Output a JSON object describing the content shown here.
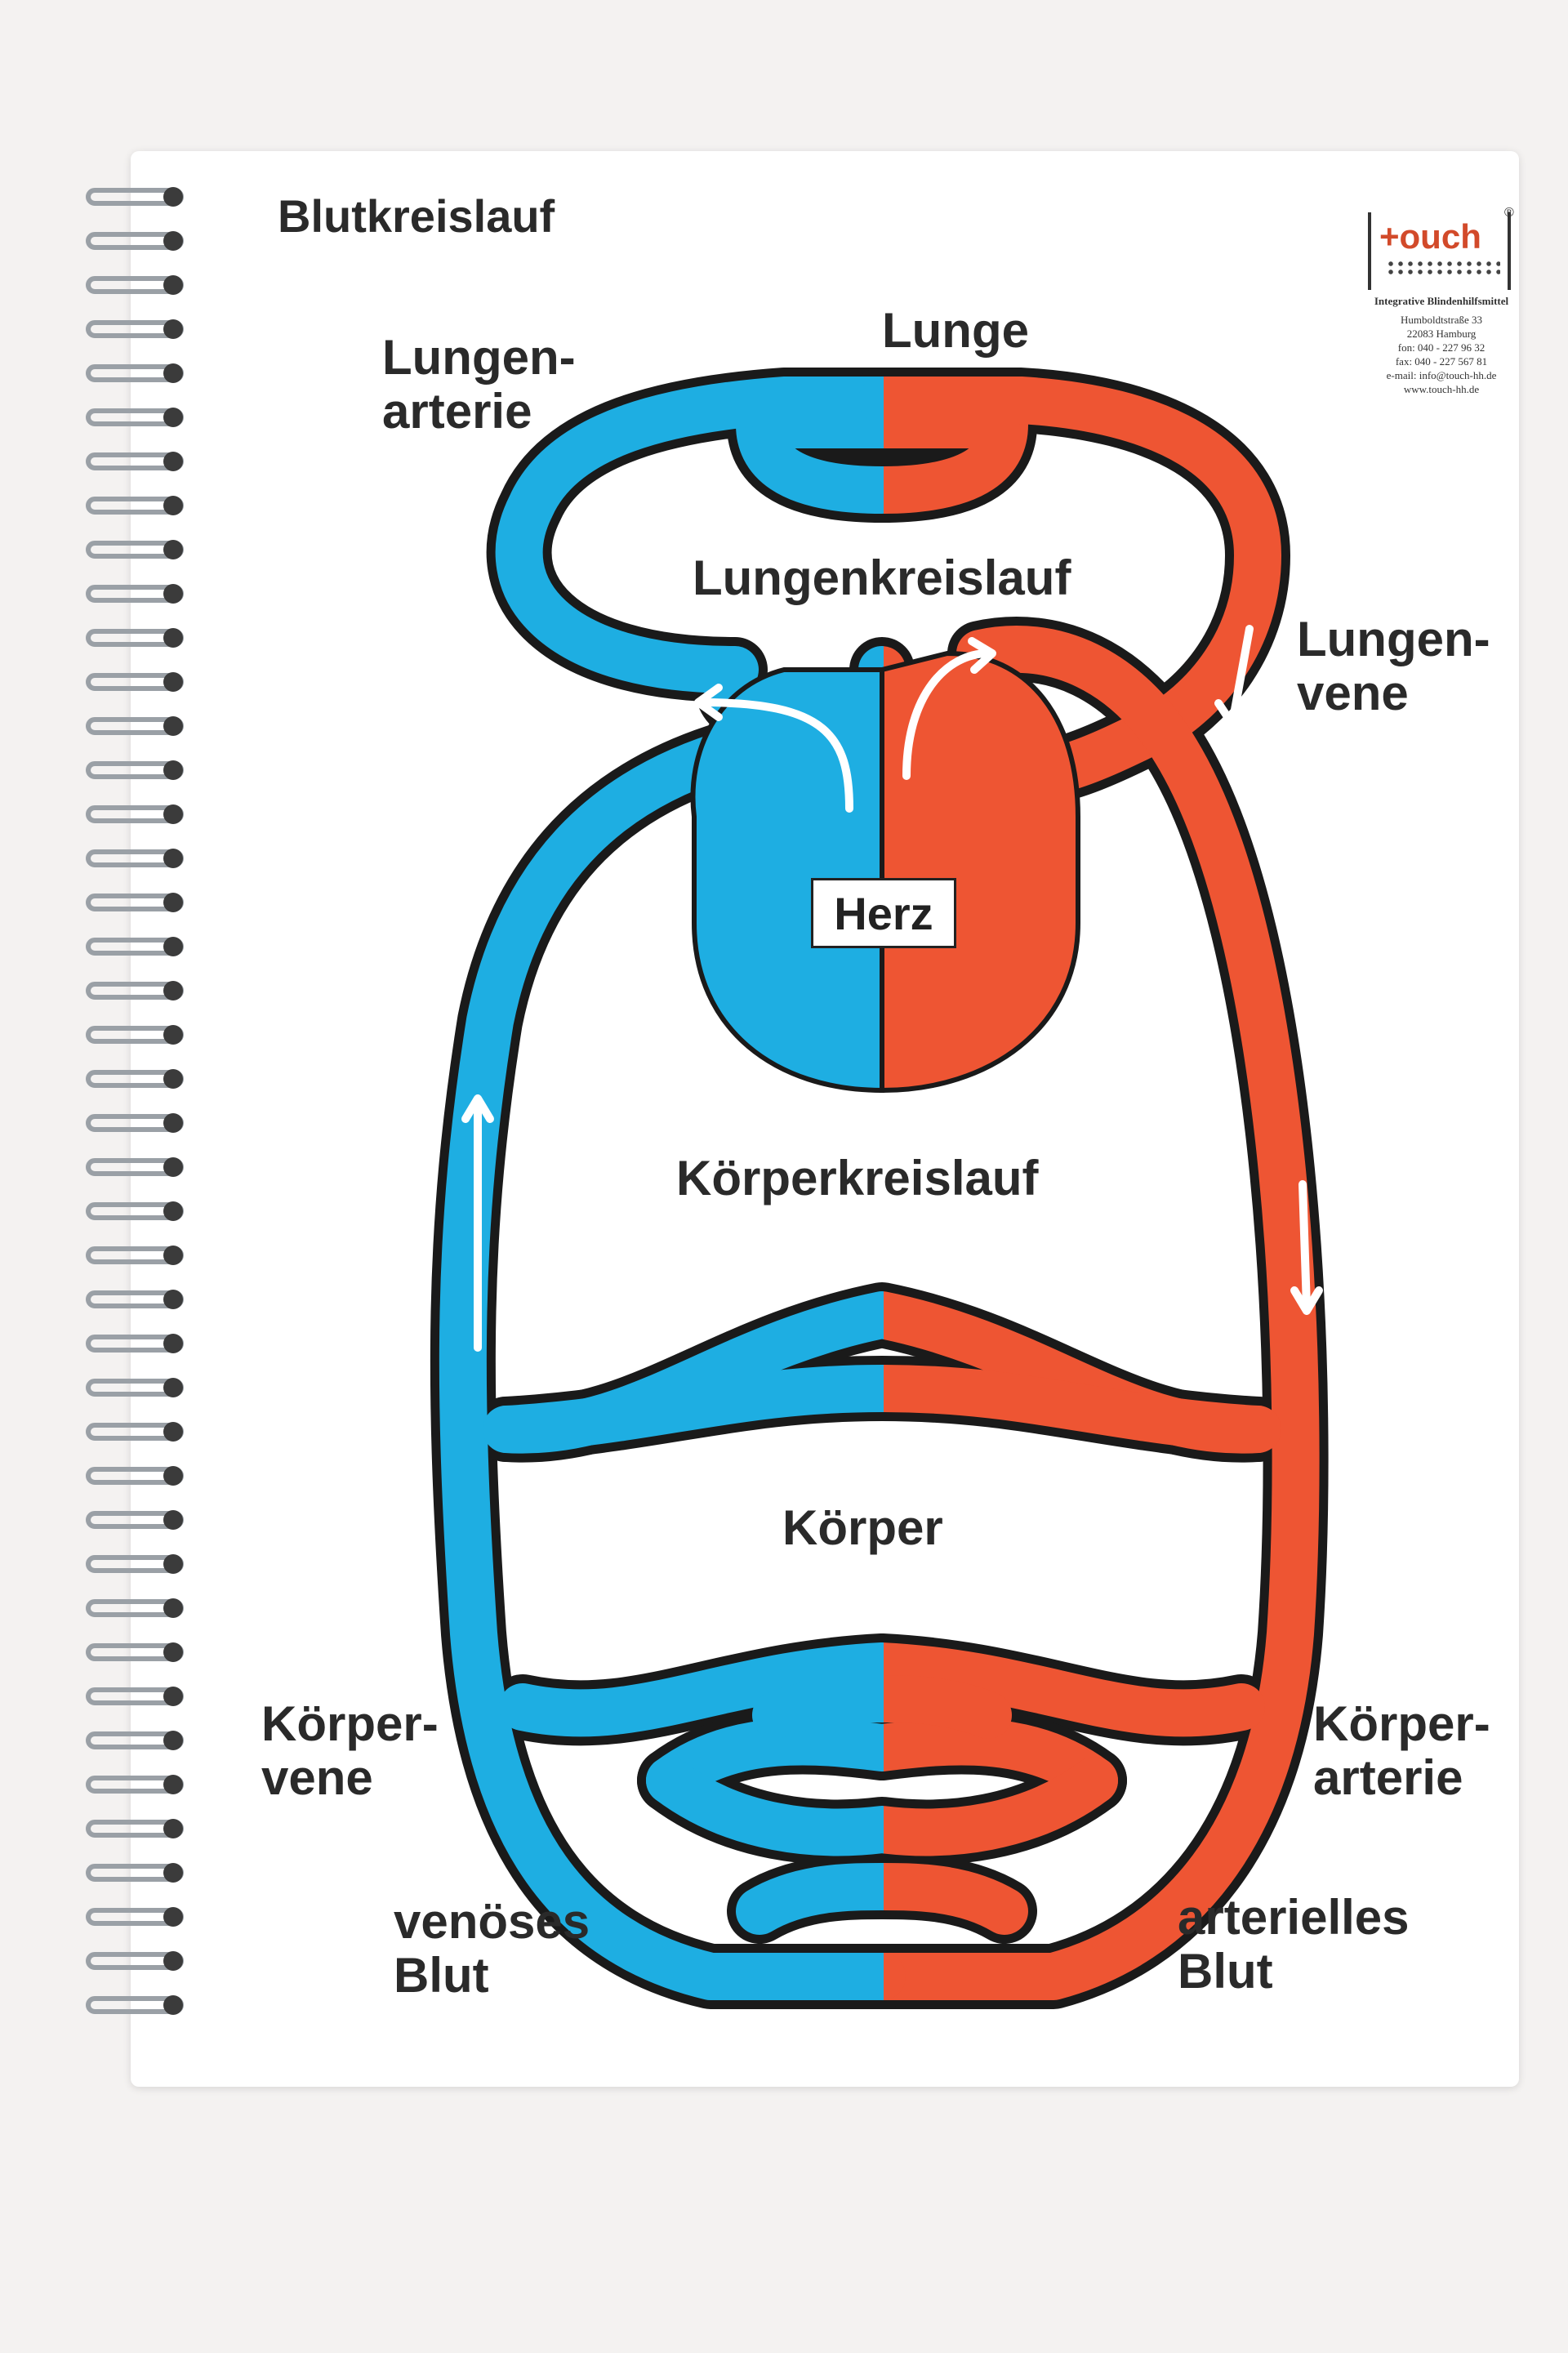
{
  "title": "Blutkreislauf",
  "logo": {
    "brand": "+ouch",
    "registered": "®",
    "tagline": "Integrative Blindenhilfsmittel",
    "address_lines": [
      "Humboldtstraße 33",
      "22083 Hamburg",
      "fon: 040 - 227 96 32",
      "fax: 040 - 227 567 81",
      "e-mail: info@touch-hh.de",
      "www.touch-hh.de"
    ]
  },
  "labels": {
    "lunge": "Lunge",
    "lungenarterie": "Lungen-\narterie",
    "lungenvene": "Lungen-\nvene",
    "lungenkreislauf": "Lungenkreislauf",
    "herz": "Herz",
    "koerperkreislauf": "Körperkreislauf",
    "koerper": "Körper",
    "koerpervene": "Körper-\nvene",
    "koerperarterie": "Körper-\narterie",
    "venoeses_blut": "venöses\nBlut",
    "arterielles_blut": "arterielles\nBlut"
  },
  "colors": {
    "venous": "#1eaee2",
    "arterial": "#ee5533",
    "outline": "#1a1a1a",
    "page": "#ffffff",
    "background": "#f4f2f1",
    "spiral": "#9aa0a6"
  }
}
